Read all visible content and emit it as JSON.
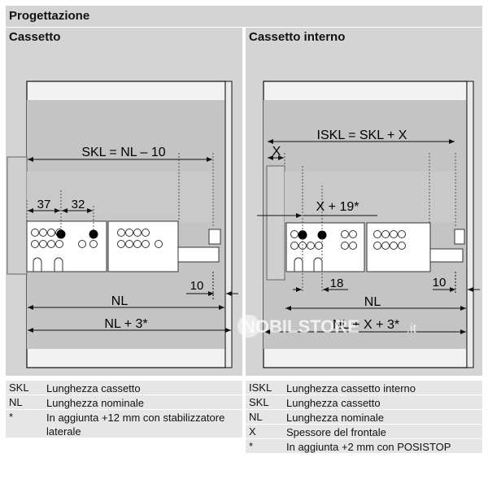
{
  "header": {
    "title": "Progettazione"
  },
  "left": {
    "title": "Cassetto",
    "dims": {
      "skl": "SKL = NL – 10",
      "d37": "37",
      "d32": "32",
      "d10": "10",
      "nl": "NL",
      "nl3": "NL + 3*"
    },
    "legend": [
      {
        "abbr": "SKL",
        "desc": "Lunghezza cassetto"
      },
      {
        "abbr": "NL",
        "desc": "Lunghezza nominale"
      },
      {
        "abbr": "*",
        "desc": "In aggiunta +12 mm con stabilizzatore laterale"
      }
    ]
  },
  "right": {
    "title": "Cassetto interno",
    "dims": {
      "iskl": "ISKL = SKL + X",
      "x": "X",
      "x19": "X + 19*",
      "d18": "18",
      "d10": "10",
      "nl": "NL",
      "nlx3": "NL + X + 3*"
    },
    "legend": [
      {
        "abbr": "ISKL",
        "desc": "Lunghezza cassetto interno"
      },
      {
        "abbr": "SKL",
        "desc": "Lunghezza cassetto"
      },
      {
        "abbr": "NL",
        "desc": "Lunghezza nominale"
      },
      {
        "abbr": "X",
        "desc": "Spessore del frontale"
      },
      {
        "abbr": "*",
        "desc": "In aggiunta +2 mm con POSISTOP"
      }
    ]
  },
  "watermark": {
    "brand": "NOBILSTORE",
    "suffix": ".it"
  }
}
